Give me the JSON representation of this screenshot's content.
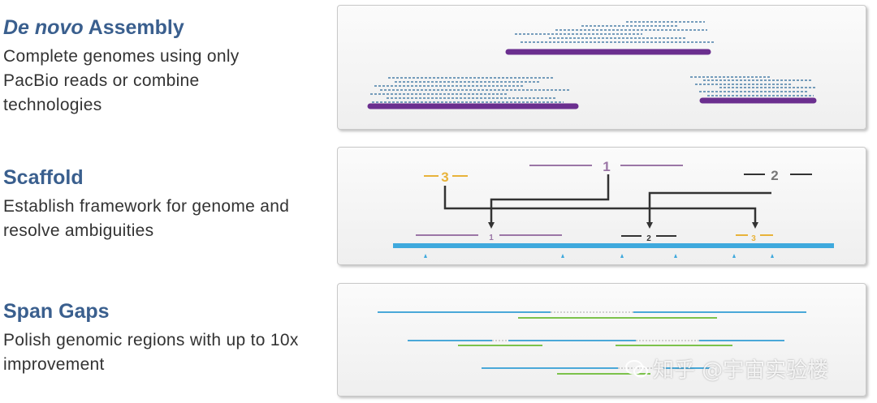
{
  "sections": {
    "denovo": {
      "title_italic": "De novo",
      "title_rest": " Assembly",
      "description": "Complete genomes using only PacBio reads or combine technologies"
    },
    "scaffold": {
      "title": "Scaffold",
      "description": "Establish framework for genome and resolve ambiguities"
    },
    "spangaps": {
      "title": "Span Gaps",
      "description": "Polish genomic regions with up to 10x improvement"
    }
  },
  "scaffold_labels": {
    "top1": "1",
    "top2": "2",
    "top3": "3",
    "bot1": "1",
    "bot2": "2",
    "bot3": "3"
  },
  "watermark": "知乎 @宇宙实验楼",
  "colors": {
    "title": "#3a5f8e",
    "contig_purple": "#6b2f8f",
    "read_blue": "#4a7fa8",
    "scaffold_cyan": "#3fa9dd",
    "scaffold_gold": "#e8b33a",
    "scaffold_purple": "#9b76a6",
    "scaffold_dark": "#333333",
    "gap_blue": "#4aa8d8",
    "gap_green": "#7cc24b"
  }
}
